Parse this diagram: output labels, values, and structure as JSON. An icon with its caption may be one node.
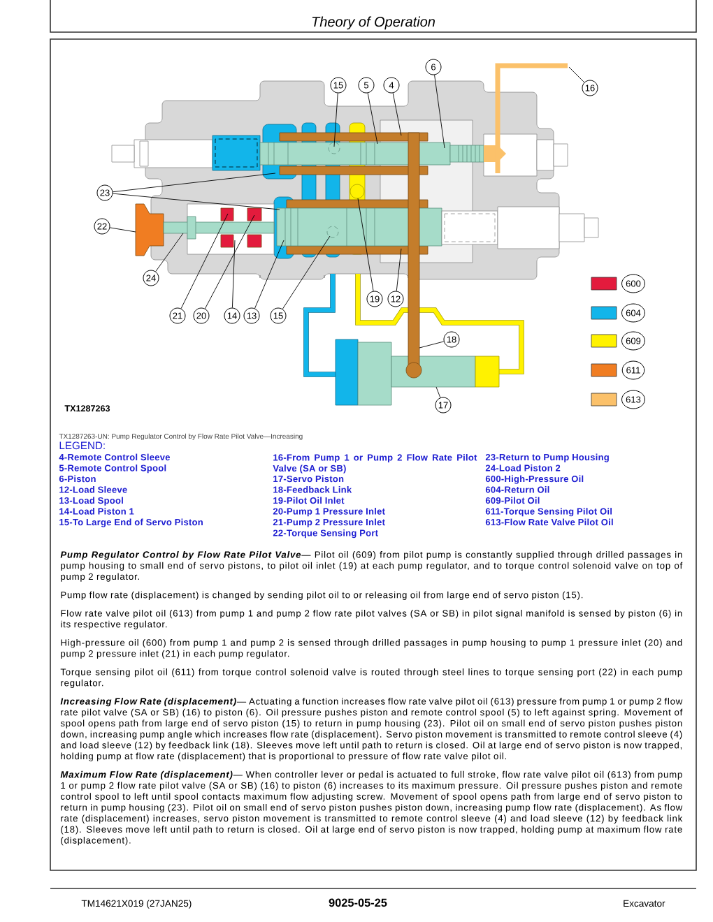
{
  "diagram": {
    "title": "Theory of Operation",
    "caption": "TX1287263-UN: Pump Regulator Control by Flow Rate Pilot Valve—Increasing",
    "nodes": [
      {
        "text": [
          "15"
        ]
      },
      {
        "text": [
          "5"
        ]
      },
      {
        "text": [
          "4"
        ]
      },
      {
        "text": [
          "6"
        ]
      },
      {
        "text": [
          "16"
        ]
      },
      {
        "text": [
          "23"
        ]
      },
      {
        "text": [
          "22"
        ]
      },
      {
        "text": [
          "24"
        ]
      },
      {
        "text": [
          "21"
        ]
      },
      {
        "text": [
          "20"
        ]
      },
      {
        "text": [
          "14"
        ]
      },
      {
        "text": [
          "13"
        ]
      },
      {
        "text": [
          "15"
        ]
      },
      {
        "text": [
          "19"
        ]
      },
      {
        "text": [
          "12"
        ]
      },
      {
        "text": [
          "18"
        ]
      },
      {
        "text": [
          "17"
        ]
      }
    ],
    "edges": [
      {
        "from": 0,
        "to": null,
        "arrow": "none"
      },
      {
        "from": 1,
        "to": null,
        "arrow": "none"
      },
      {
        "from": 2,
        "to": null,
        "arrow": "none"
      },
      {
        "from": 3,
        "to": null,
        "arrow": "none"
      },
      {
        "from": 4,
        "to": null,
        "arrow": "none"
      },
      {
        "from": 5,
        "to": null,
        "arrow": "none"
      },
      {
        "from": 5,
        "to": null,
        "arrow": "none"
      },
      {
        "from": 6,
        "to": null,
        "arrow": "none"
      },
      {
        "from": 7,
        "to": null,
        "arrow": "none"
      },
      {
        "from": 8,
        "to": null,
        "arrow": "none"
      },
      {
        "from": 9,
        "to": null,
        "arrow": "none"
      },
      {
        "from": 10,
        "to": null,
        "arrow": "none"
      },
      {
        "from": 11,
        "to": null,
        "arrow": "none"
      },
      {
        "from": 12,
        "to": null,
        "arrow": "none"
      },
      {
        "from": 13,
        "to": null,
        "arrow": "none"
      },
      {
        "from": 14,
        "to": null,
        "arrow": "none"
      },
      {
        "from": 15,
        "to": null,
        "arrow": "none"
      },
      {
        "from": 16,
        "to": null,
        "arrow": "none"
      }
    ],
    "labels": [
      "TX1287263",
      "LEGEND:",
      "4-Remote Control Sleeve",
      "5-Remote Control Spool",
      "6-Piston",
      "12-Load Sleeve",
      "13-Load Spool",
      "14-Load Piston 1",
      "15-To Large End of Servo Piston",
      "16-From Pump 1 or Pump 2 Flow Rate Pilot Valve (SA or SB)",
      "17-Servo Piston",
      "18-Feedback Link",
      "19-Pilot Oil Inlet",
      "20-Pump 1 Pressure Inlet",
      "21-Pump 2 Pressure Inlet",
      "22-Torque Sensing Port",
      "23-Return to Pump Housing",
      "24-Load Piston 2",
      "600-High-Pressure Oil",
      "604-Return Oil",
      "609-Pilot Oil",
      "611-Torque Sensing Pilot Oil",
      "613-Flow Rate Valve Pilot Oil",
      "**Pump Regulator Control by Flow Rate Pilot Valve**— Pilot oil (609) from pilot pump is constantly supplied through drilled passages in pump housing to small end of servo pistons, to pilot oil inlet (19) at each pump regulator, and to torque control solenoid valve on top of pump 2 regulator.",
      "Pump flow rate (displacement) is changed by sending pilot oil to or releasing oil from large end of servo piston (15).",
      "Flow rate valve pilot oil (613) from pump 1 and pump 2 flow rate pilot valves (SA or SB) in pilot signal manifold is sensed by piston (6) in its respective regulator.",
      "High-pressure oil (600) from pump 1 and pump 2 is sensed through drilled passages in pump housing to pump 1 pressure inlet (20) and pump 2 pressure inlet (21) in each pump regulator.",
      "Torque sensing pilot oil (611) from torque control solenoid valve is routed through steel lines to torque sensing port (22) in each pump regulator.",
      "**Increasing Flow Rate (displacement)**— Actuating a function increases flow rate valve pilot oil (613) pressure from pump 1 or pump 2 flow rate pilot valve (SA or SB) (16) to piston (6). Oil pressure pushes piston and remote control spool (5) to left against spring. Movement of spool opens path from large end of servo piston (15) to return in pump housing (23). Pilot oil on small end of servo piston pushes piston down, increasing pump angle which increases flow rate (displacement). Servo piston movement is transmitted to remote control sleeve (4) and load sleeve (12) by feedback link (18). Sleeves move left until path to return is closed. Oil at large end of servo piston is now trapped, holding pump at flow rate (displacement) that is proportional to pressure of flow rate valve pilot oil.",
      "**Maximum Flow Rate (displacement)**— When controller lever or pedal is actuated to full stroke, flow rate valve pilot oil (613) from pump 1 or pump 2 flow rate pilot valve (SA or SB) (16) to piston (6) increases to its maximum pressure. Oil pressure pushes piston and remote control spool to left until spool contacts maximum flow adjusting screw. Movement of spool opens path from large end of servo piston to return in pump housing (23). Pilot oil on small end of servo piston pushes piston down, increasing pump flow rate (displacement). As flow rate (displacement) increases, servo piston movement is transmitted to remote control sleeve (4) and load sleeve (12) by feedback link (18). Sleeves move left until path to return is closed. Oil at large end of servo piston is now trapped, holding pump at maximum flow rate (displacement).",
      "TM14621X019 (27JAN25)",
      "9025-05-25",
      "Excavator"
    ],
    "legend": [
      {
        "text": "600",
        "color": "#e31b3d"
      },
      {
        "text": "604",
        "color": "#12b5ea"
      },
      {
        "text": "609",
        "color": "#fff200"
      },
      {
        "text": "611",
        "color": "#f07d22"
      },
      {
        "text": "613",
        "color": "#fbc16a"
      }
    ]
  }
}
